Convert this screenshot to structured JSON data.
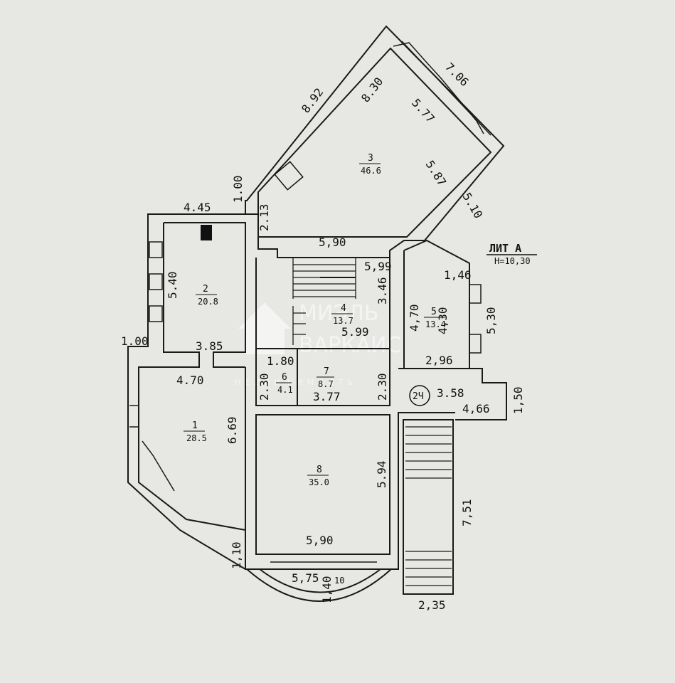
{
  "watermark": {
    "line1": "МИЭЛЬ",
    "line2": "ВАРКАИС",
    "line3": "НЕДВИЖИМОСТЬ",
    "logo": "house-logo"
  },
  "title": {
    "lit": "ЛИТ А",
    "height": "H=10,30"
  },
  "rooms": [
    {
      "num": "1",
      "area": "28.5"
    },
    {
      "num": "2",
      "area": "20.8"
    },
    {
      "num": "3",
      "area": "46.6"
    },
    {
      "num": "4",
      "area": "13.7"
    },
    {
      "num": "5",
      "area": "13.4"
    },
    {
      "num": "6",
      "area": "4.1"
    },
    {
      "num": "7",
      "area": "8.7"
    },
    {
      "num": "8",
      "area": "35.0"
    }
  ],
  "dims": {
    "d892": "8.92",
    "d830": "8.30",
    "d706": "7.06",
    "d577": "5.77",
    "d587": "5.87",
    "d510": "5.10",
    "d100a": "1.00",
    "d213": "2.13",
    "d445": "4.45",
    "d590a": "5,90",
    "d599a": "5,99",
    "d346": "3.46",
    "d540": "5.40",
    "d385": "3.85",
    "d470": "4.70",
    "d100b": "1.00",
    "d180": "1.80",
    "d230a": "2.30",
    "d230b": "2.30",
    "d599b": "5.99",
    "d377": "3.77",
    "d470b": "4,70",
    "d146": "1,46",
    "d430": "4,30",
    "d530": "5,30",
    "d296": "2,96",
    "d358": "3.58",
    "d466": "4,66",
    "d150": "1,50",
    "d669": "6.69",
    "d594": "5.94",
    "d590b": "5,90",
    "d751": "7,51",
    "d110": "1,10",
    "d575": "5,75",
    "d140": "1,40",
    "d10": "10",
    "d235": "2,35"
  },
  "marker": "2Ч"
}
